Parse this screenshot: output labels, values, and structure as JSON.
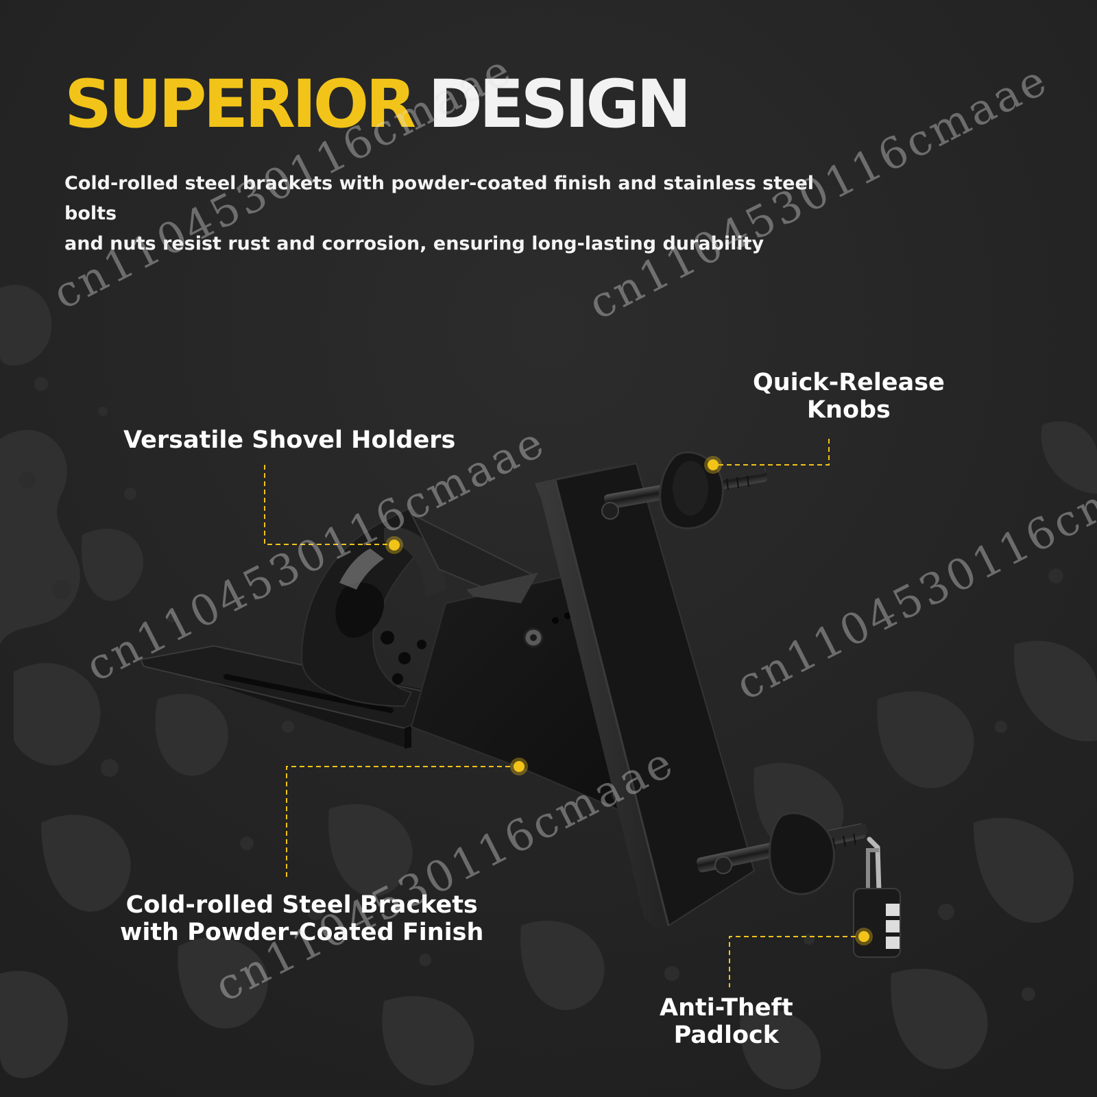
{
  "colors": {
    "background": "#252525",
    "accent_yellow": "#f2c419",
    "text_white": "#ffffff",
    "product_black": "#141414"
  },
  "headline": {
    "word1": "SUPERIOR",
    "word2": "DESIGN"
  },
  "description": {
    "line1": "Cold-rolled steel brackets with powder-coated finish and stainless steel bolts",
    "line2": "and nuts resist rust and corrosion, ensuring long-lasting durability"
  },
  "callouts": {
    "shovel_holders": "Versatile Shovel Holders",
    "knobs": {
      "line1": "Quick-Release",
      "line2": "Knobs"
    },
    "brackets": {
      "line1": "Cold-rolled Steel Brackets",
      "line2": "with Powder-Coated Finish"
    },
    "padlock": {
      "line1": "Anti-Theft",
      "line2": "Padlock"
    }
  },
  "watermark": {
    "text": "cn1104530116cmaae"
  },
  "icons": {
    "product": "shovel-mount-bracket-illustration",
    "markers": "callout-dot-icon"
  }
}
